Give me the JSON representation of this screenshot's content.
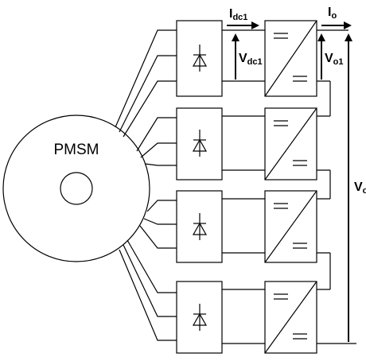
{
  "motor": {
    "label": "PMSM"
  },
  "labels": {
    "idc_main": "I",
    "idc_sub": "dc1",
    "vdc_main": "V",
    "vdc_sub": "dc1",
    "io_main": "I",
    "io_sub": "o",
    "vo1_main": "V",
    "vo1_sub": "o1",
    "vo_main": "V",
    "vo_sub": "o"
  },
  "stages": [
    {
      "rectifier": "rectifier-1",
      "converter": "dc-dc-converter-1"
    },
    {
      "rectifier": "rectifier-2",
      "converter": "dc-dc-converter-2"
    },
    {
      "rectifier": "rectifier-3",
      "converter": "dc-dc-converter-3"
    },
    {
      "rectifier": "rectifier-4",
      "converter": "dc-dc-converter-4"
    }
  ],
  "icons": {
    "rectifier": "diode-icon",
    "converter": "dc-dc-icon"
  }
}
